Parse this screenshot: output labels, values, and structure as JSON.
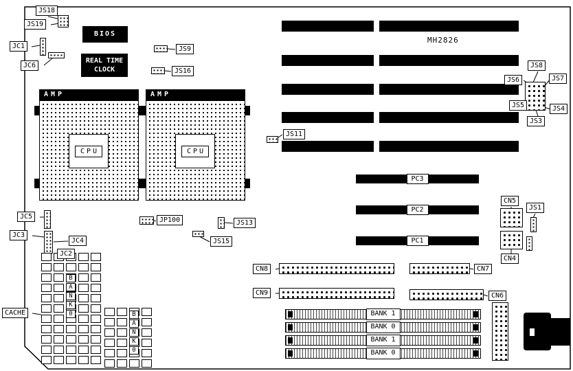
{
  "board": {
    "part_number": "MH2826",
    "cache_label": "CACHE"
  },
  "chips": {
    "bios": "BIOS",
    "rtc_line1": "REAL TIME",
    "rtc_line2": "CLOCK"
  },
  "cpu_sockets": [
    {
      "brand": "AMP",
      "label": "CPU"
    },
    {
      "brand": "AMP",
      "label": "CPU"
    }
  ],
  "jumpers": {
    "js18": "JS18",
    "js19": "JS19",
    "jc1": "JC1",
    "jc6": "JC6",
    "js9": "JS9",
    "js16": "JS16",
    "js11": "JS11",
    "js8": "JS8",
    "js7": "JS7",
    "js6": "JS6",
    "js5": "JS5",
    "js4": "JS4",
    "js3": "JS3",
    "js1": "JS1",
    "js13": "JS13",
    "js15": "JS15",
    "jp100": "JP100",
    "jc5": "JC5",
    "jc3": "JC3",
    "jc4": "JC4",
    "jc2": "JC2",
    "cn4": "CN4",
    "cn5": "CN5",
    "cn6": "CN6",
    "cn7": "CN7",
    "cn8": "CN8",
    "cn9": "CN9"
  },
  "slots": {
    "pc1": "PC1",
    "pc2": "PC2",
    "pc3": "PC3"
  },
  "memory": {
    "banks": [
      "BANK 1",
      "BANK 0",
      "BANK 1",
      "BANK 0"
    ],
    "cache_bank_letters": [
      "B",
      "A",
      "N",
      "K",
      "0"
    ]
  }
}
